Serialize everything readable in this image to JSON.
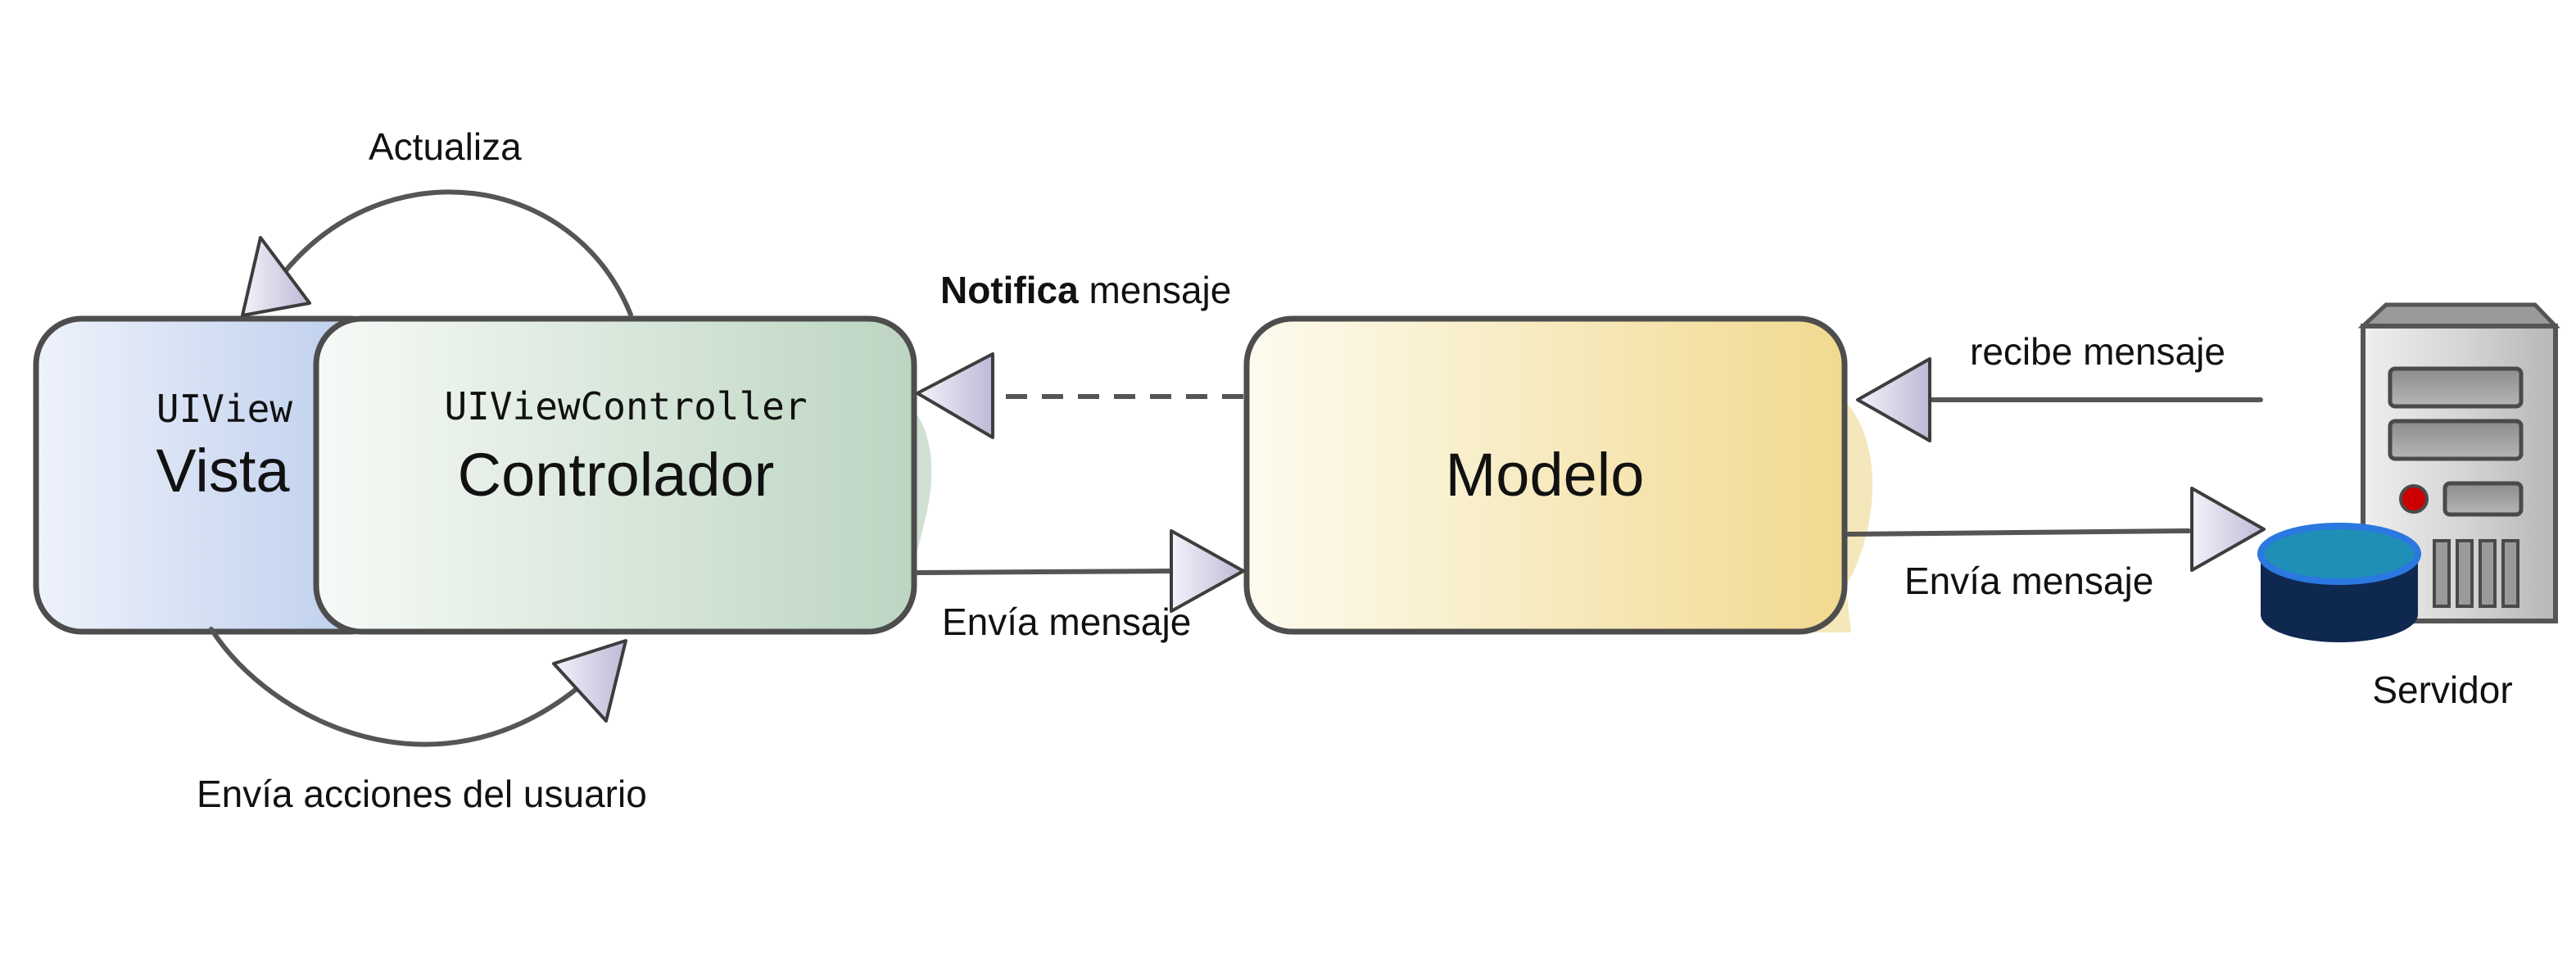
{
  "nodes": {
    "vista": {
      "class_name": "UIView",
      "title": "Vista"
    },
    "controlador": {
      "class_name": "UIViewController",
      "title": "Controlador"
    },
    "modelo": {
      "title": "Modelo"
    },
    "servidor": {
      "title": "Servidor"
    }
  },
  "edges": {
    "actualiza": "Actualiza",
    "acciones": "Envía acciones del usuario",
    "notifica": {
      "bold": "Notifica",
      "rest": " mensaje"
    },
    "envia_modelo": "Envía mensaje",
    "recibe": "recibe mensaje",
    "envia_servidor": "Envía mensaje"
  },
  "colors": {
    "vista_fill": "#c3d2ee",
    "controlador_fill": "#bfd6c3",
    "modelo_fill": "#f2dc9a",
    "outline": "#4d4d4d",
    "database": "#1f8fb8",
    "server_body": "#c9c9c9"
  },
  "icons": [
    "server-icon",
    "database-icon"
  ]
}
